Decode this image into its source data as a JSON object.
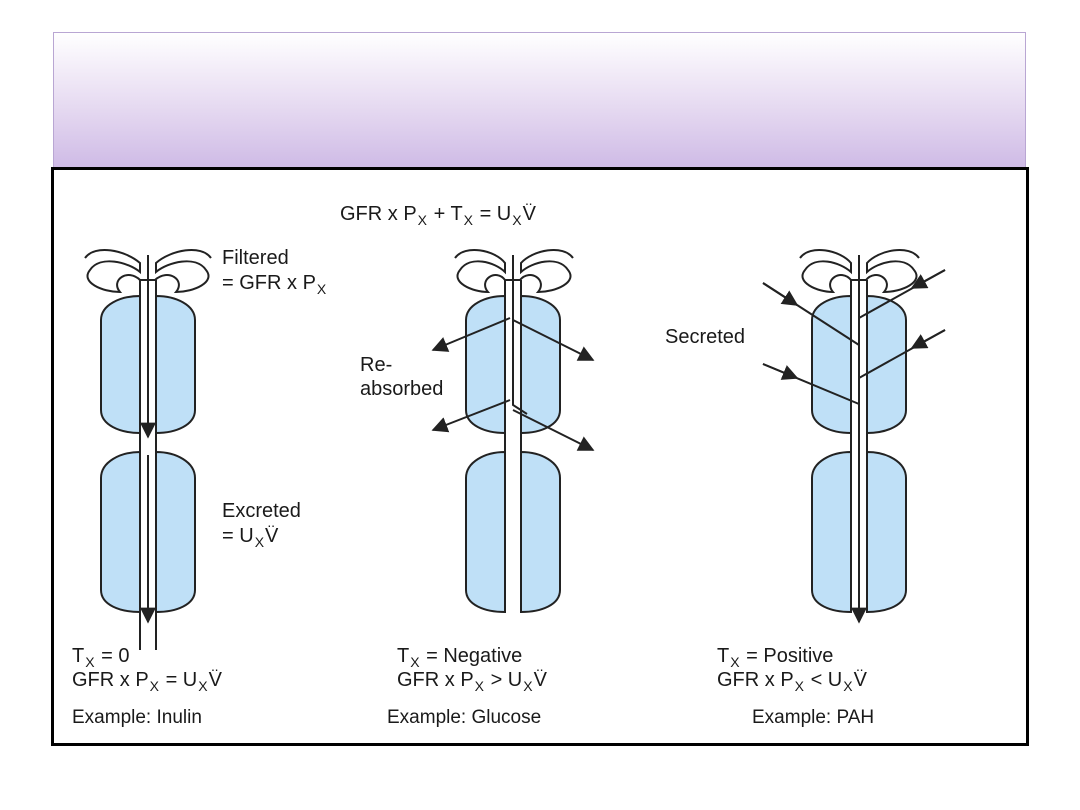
{
  "title_band": {
    "text": ""
  },
  "equation": {
    "lhs": "GFR x P",
    "sub1": "X",
    "mid": " + T",
    "sub2": "X",
    "eq": " = U",
    "sub3": "X",
    "v": "V"
  },
  "left": {
    "filtered_1": "Filtered",
    "filtered_2": "= GFR x P",
    "filtered_sub": "X",
    "excreted_1": "Excreted",
    "excreted_2": "= U",
    "excreted_sub": "X",
    "excreted_v": "V",
    "t_line": {
      "t": "T",
      "sub": "X",
      "rest": " = 0"
    },
    "gfr_line": {
      "a": "GFR x P",
      "s1": "X",
      "b": " = U",
      "s2": "X",
      "v": "V"
    },
    "example": "Example: Inulin"
  },
  "middle": {
    "reabs_1": "Re-",
    "reabs_2": "absorbed",
    "t_line": {
      "t": "T",
      "sub": "X",
      "rest": " = Negative"
    },
    "gfr_line": {
      "a": "GFR x P",
      "s1": "X",
      "b": " > U",
      "s2": "X",
      "v": "V"
    },
    "example": "Example: Glucose"
  },
  "right": {
    "secreted": "Secreted",
    "t_line": {
      "t": "T",
      "sub": "X",
      "rest": " = Positive"
    },
    "gfr_line": {
      "a": "GFR x P",
      "s1": "X",
      "b": " < U",
      "s2": "X",
      "v": "V"
    },
    "example": "Example: PAH"
  },
  "colors": {
    "tubule_fill": "#bfe0f7",
    "stroke": "#222222",
    "band": "#cfbbe6"
  }
}
